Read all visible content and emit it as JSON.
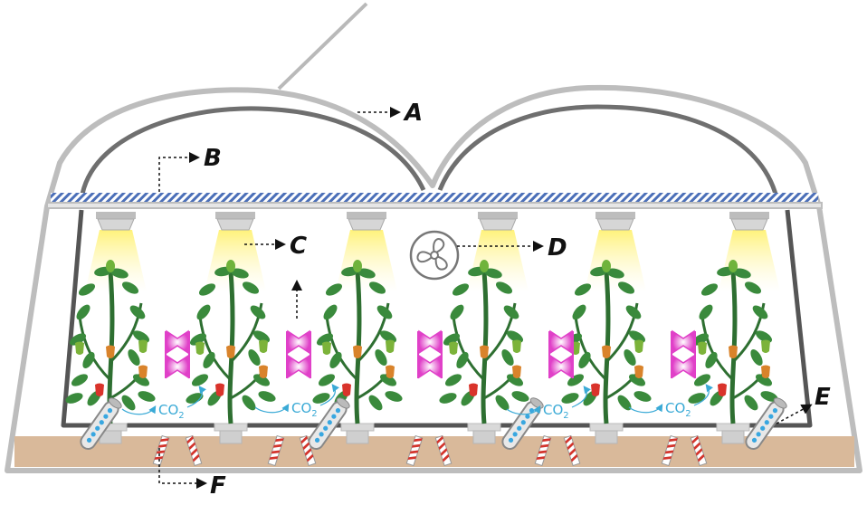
{
  "diagram": {
    "callouts": [
      {
        "id": "A",
        "letter": "A"
      },
      {
        "id": "B",
        "letter": "B"
      },
      {
        "id": "C",
        "letter": "C"
      },
      {
        "id": "D",
        "letter": "D"
      },
      {
        "id": "E",
        "letter": "E"
      },
      {
        "id": "F",
        "letter": "F"
      }
    ],
    "co2_label": "CO",
    "co2_subscript": "2",
    "plant_count": 6,
    "grow_light_count": 6,
    "co2_emitter_count": 5,
    "irrigation_pipe_count": 4,
    "soil_stake_count": 10,
    "colors": {
      "frame": "#b9b9b9",
      "inner_frame": "#6f6f6f",
      "soil": "#d9b99a",
      "light_beam": "#fff27a",
      "leaf": "#3a8a3c",
      "stem": "#2e6f31",
      "pepper_red": "#d9332b",
      "pepper_green": "#7cb33a",
      "pepper_orange": "#d9832b",
      "co2_emitter": "#e040c8",
      "co2_text": "#3aaad6",
      "water_drop": "#39a7e0",
      "stake_red": "#d3342c"
    }
  }
}
